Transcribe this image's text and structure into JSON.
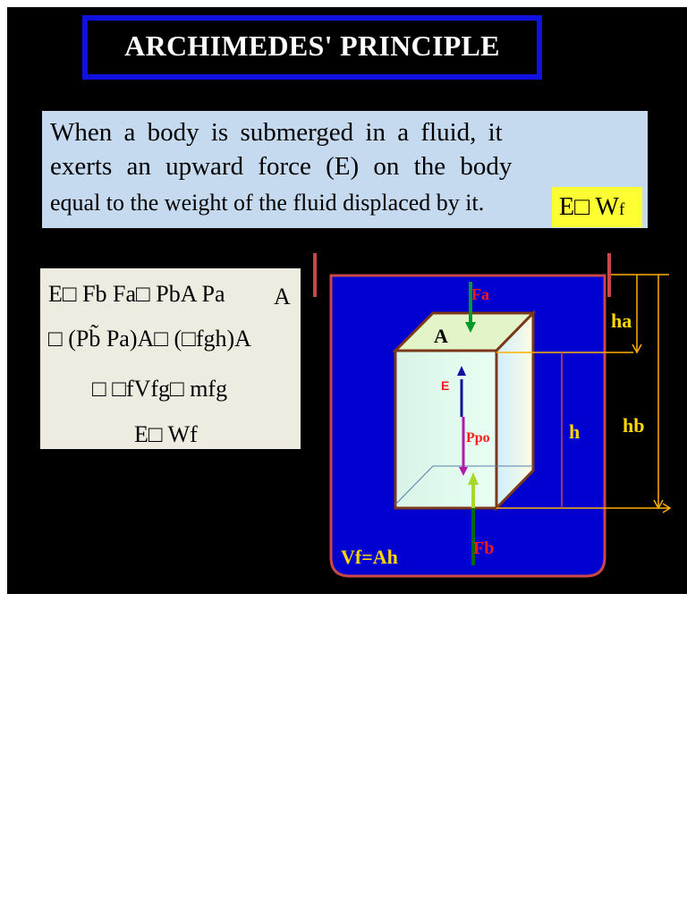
{
  "title": "ARCHIMEDES' PRINCIPLE",
  "definition": {
    "line1": "When a body is submerged in a fluid, it",
    "line2": "exerts an upward force (E) on the body",
    "line3": "equal to the weight of the fluid displaced by it.",
    "equation_main": "E□ W",
    "equation_sub": "f"
  },
  "formulas": {
    "line1": "E□ Fb Fa□ PbA Pa",
    "line1_extra": "A",
    "line2": "□ (Pb̃ Pa)A□ (□fgh)A",
    "line3": "□ □fVfg□ mfg",
    "line4": "E□ Wf"
  },
  "diagram_labels": {
    "fa": "Fa",
    "area": "A",
    "e": "E",
    "ppo": "Ppo",
    "h": "h",
    "ha": "ha",
    "hb": "hb",
    "fb": "Fb",
    "volume": "Vf=Ah"
  },
  "colors": {
    "background": "#000000",
    "title_border": "#1010e0",
    "definition_bg": "#c5d9ef",
    "equation_bg": "#fffe33",
    "formula_bg": "#eeece1",
    "fluid": "#0000d0",
    "container_edge": "#c84848",
    "force_labels": "#ff1a1a",
    "dimension_labels": "#ffd700",
    "dimension_lines": "#ffb000"
  }
}
